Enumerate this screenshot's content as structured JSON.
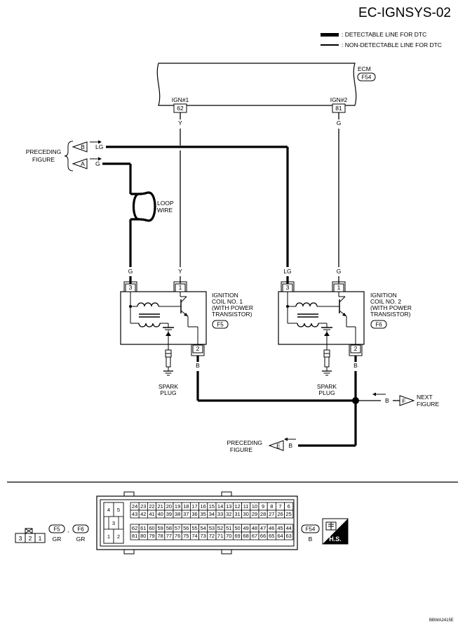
{
  "page": {
    "title": "EC-IGNSYS-02",
    "footer_code": "BBWA2415E"
  },
  "legend": {
    "detectable": ": DETECTABLE LINE FOR DTC",
    "non_detectable": ": NON-DETECTABLE LINE FOR DTC"
  },
  "ecm": {
    "label": "ECM",
    "connector": "F54",
    "pin1_label": "IGN#1",
    "pin1": "62",
    "pin2_label": "IGN#2",
    "pin2": "81"
  },
  "wires": {
    "y": "Y",
    "g": "G",
    "lg": "LG",
    "b": "B"
  },
  "preceding_top": {
    "label_line1": "PRECEDING",
    "label_line2": "FIGURE",
    "conn_b": "B",
    "conn_a": "A",
    "wire_b": "LG",
    "wire_a": "G"
  },
  "loop": {
    "line1": "LOOP",
    "line2": "WIRE"
  },
  "coil1": {
    "line1": "IGNITION",
    "line2": "COIL NO. 1",
    "line3": "(WITH POWER",
    "line4": "TRANSISTOR)",
    "connector": "F5",
    "pin3": "3",
    "pin1": "1",
    "pin2": "2",
    "plug_line1": "SPARK",
    "plug_line2": "PLUG"
  },
  "coil2": {
    "line1": "IGNITION",
    "line2": "COIL NO. 2",
    "line3": "(WITH POWER",
    "line4": "TRANSISTOR)",
    "connector": "F6",
    "pin3": "3",
    "pin1": "1",
    "pin2": "2",
    "plug_line1": "SPARK",
    "plug_line2": "PLUG"
  },
  "next_fig": {
    "conn": "F",
    "line1": "NEXT",
    "line2": "FIGURE"
  },
  "preceding_bottom": {
    "line1": "PRECEDING",
    "line2": "FIGURE",
    "conn": "E"
  },
  "connectors_bottom": {
    "small_pins": [
      "3",
      "2",
      "1"
    ],
    "f5": "F5",
    "f6": "F6",
    "f5_color": "GR",
    "f6_color": "GR",
    "f54": "F54",
    "f54_color": "B",
    "hs_label": "H.S."
  },
  "ecm_pins": {
    "left_col": [
      "4",
      "5",
      "3",
      "1",
      "2"
    ],
    "row1": [
      "24",
      "23",
      "22",
      "21",
      "20",
      "19",
      "18",
      "17",
      "16",
      "15",
      "14",
      "13",
      "12",
      "11",
      "10",
      "9",
      "8",
      "7",
      "6"
    ],
    "row2": [
      "43",
      "42",
      "41",
      "40",
      "39",
      "38",
      "37",
      "36",
      "35",
      "34",
      "33",
      "32",
      "31",
      "30",
      "29",
      "28",
      "27",
      "26",
      "25"
    ],
    "row3": [
      "62",
      "61",
      "60",
      "59",
      "58",
      "57",
      "56",
      "55",
      "54",
      "53",
      "52",
      "51",
      "50",
      "49",
      "48",
      "47",
      "46",
      "45",
      "44"
    ],
    "row4": [
      "81",
      "80",
      "79",
      "78",
      "77",
      "76",
      "75",
      "74",
      "73",
      "72",
      "71",
      "70",
      "69",
      "68",
      "67",
      "66",
      "65",
      "64",
      "63"
    ]
  }
}
